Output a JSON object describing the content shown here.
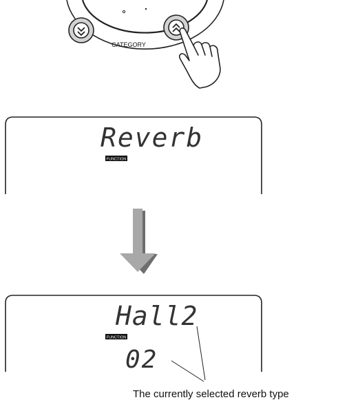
{
  "panel": {
    "category_label": "CATEGORY"
  },
  "display1": {
    "main_text": "Reverb",
    "function_badge": "FUNCTION"
  },
  "display2": {
    "main_text": "Hall2",
    "function_badge": "FUNCTION",
    "value_text": "02"
  },
  "caption": "The currently selected reverb type"
}
